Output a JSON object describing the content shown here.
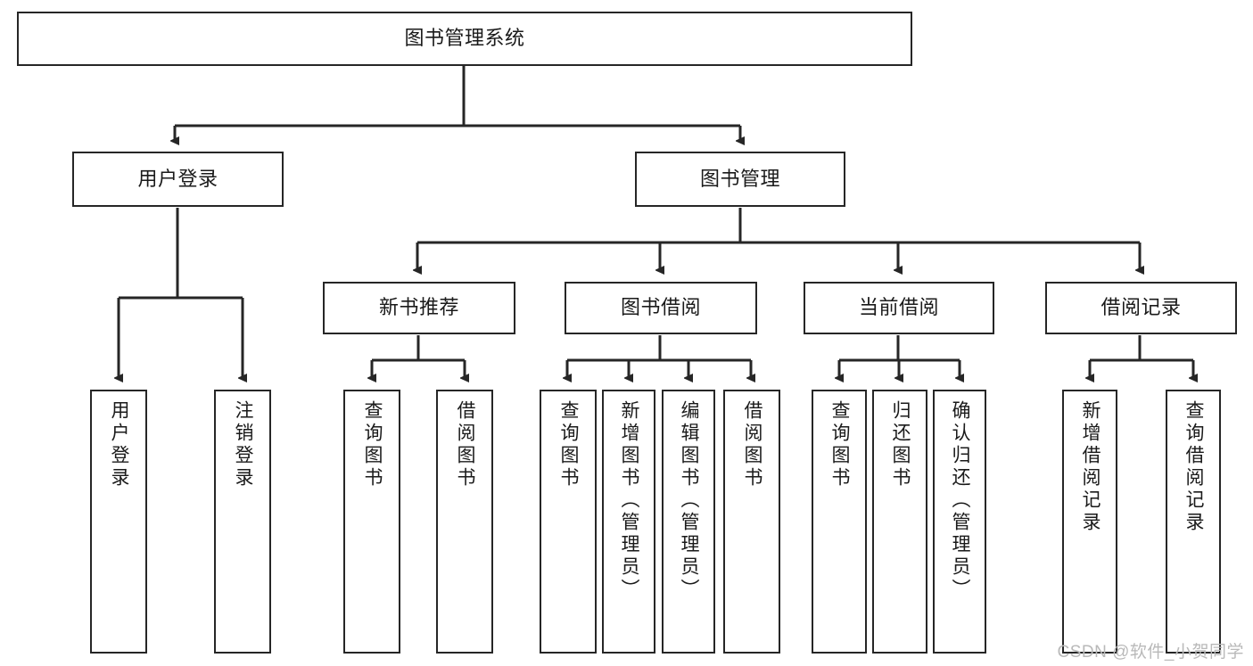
{
  "diagram": {
    "title": "图书管理系统",
    "type": "tree-hierarchy-chart",
    "root": {
      "id": "root",
      "label": "图书管理系统"
    },
    "level2": [
      {
        "id": "user-login",
        "label": "用户登录"
      },
      {
        "id": "book-management",
        "label": "图书管理"
      }
    ],
    "level3": [
      {
        "id": "new-book-recommend",
        "label": "新书推荐",
        "parent": "book-management"
      },
      {
        "id": "book-borrow",
        "label": "图书借阅",
        "parent": "book-management"
      },
      {
        "id": "current-borrow",
        "label": "当前借阅",
        "parent": "book-management"
      },
      {
        "id": "borrow-record",
        "label": "借阅记录",
        "parent": "book-management"
      }
    ],
    "leaves": [
      {
        "id": "leaf-user-login",
        "label": "用户登录",
        "parent": "user-login"
      },
      {
        "id": "leaf-logout",
        "label": "注销登录",
        "parent": "user-login"
      },
      {
        "id": "leaf-query-book-1",
        "label": "查询图书",
        "parent": "new-book-recommend"
      },
      {
        "id": "leaf-borrow-book-1",
        "label": "借阅图书",
        "parent": "new-book-recommend"
      },
      {
        "id": "leaf-query-book-2",
        "label": "查询图书",
        "parent": "book-borrow"
      },
      {
        "id": "leaf-add-book",
        "label": "新增图书（管理员）",
        "parent": "book-borrow"
      },
      {
        "id": "leaf-edit-book",
        "label": "编辑图书（管理员）",
        "parent": "book-borrow"
      },
      {
        "id": "leaf-borrow-book-2",
        "label": "借阅图书",
        "parent": "book-borrow"
      },
      {
        "id": "leaf-query-book-3",
        "label": "查询图书",
        "parent": "current-borrow"
      },
      {
        "id": "leaf-return-book",
        "label": "归还图书",
        "parent": "current-borrow"
      },
      {
        "id": "leaf-confirm-return",
        "label": "确认归还（管理员）",
        "parent": "current-borrow"
      },
      {
        "id": "leaf-add-record",
        "label": "新增借阅记录",
        "parent": "borrow-record"
      },
      {
        "id": "leaf-query-record",
        "label": "查询借阅记录",
        "parent": "borrow-record"
      }
    ],
    "colors": {
      "stroke": "#262626",
      "box_fill": "#ffffff",
      "text": "#1a1a1a",
      "watermark": "#b9b9b9",
      "background": "#ffffff"
    }
  },
  "watermark": {
    "text": "CSDN @软件_小贺同学"
  }
}
